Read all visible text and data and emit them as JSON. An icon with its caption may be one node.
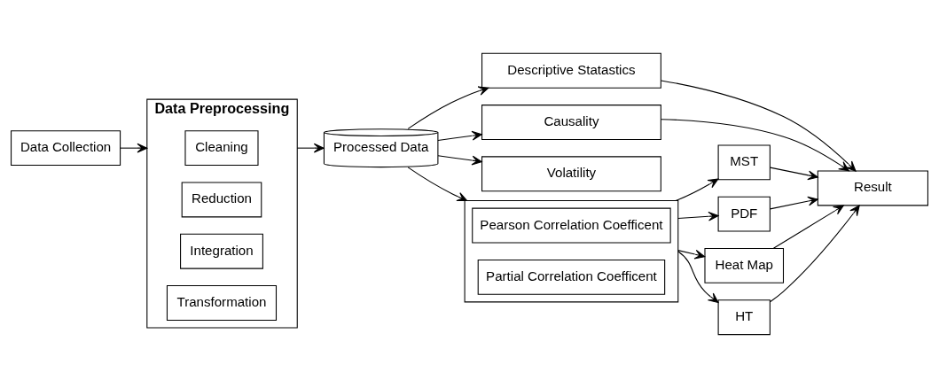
{
  "diagram": {
    "nodes": [
      {
        "text": [
          "Data Collection"
        ]
      },
      {
        "text": [
          "Data Preprocessing"
        ]
      },
      {
        "text": [
          "Cleaning"
        ],
        "in": 1
      },
      {
        "text": [
          "Reduction"
        ],
        "in": 1
      },
      {
        "text": [
          "Integration"
        ],
        "in": 1
      },
      {
        "text": [
          "Transformation"
        ],
        "in": 1
      },
      {
        "text": [
          "Processed Data"
        ]
      },
      {
        "text": [
          "Descriptive Statastics"
        ]
      },
      {
        "text": [
          "Causality"
        ]
      },
      {
        "text": [
          "Volatility"
        ]
      },
      {
        "text": [],
        "shape": "box"
      },
      {
        "text": [
          "Pearson Correlation Coefficent"
        ],
        "in": 10
      },
      {
        "text": [
          "Partial Correlation Coefficent"
        ],
        "in": 10
      },
      {
        "text": [
          "MST"
        ]
      },
      {
        "text": [
          "PDF"
        ]
      },
      {
        "text": [
          "Heat Map"
        ]
      },
      {
        "text": [
          "HT"
        ]
      },
      {
        "text": [
          "Result"
        ]
      }
    ],
    "edges": [
      {
        "from": 0,
        "to": 1,
        "arrow": "to"
      },
      {
        "from": 1,
        "to": 6,
        "arrow": "to"
      },
      {
        "from": 6,
        "to": 7,
        "arrow": "to"
      },
      {
        "from": 6,
        "to": 8,
        "arrow": "to"
      },
      {
        "from": 6,
        "to": 9,
        "arrow": "to"
      },
      {
        "from": 6,
        "to": 10,
        "arrow": "to"
      },
      {
        "from": 10,
        "to": 13,
        "arrow": "to"
      },
      {
        "from": 10,
        "to": 14,
        "arrow": "to"
      },
      {
        "from": 10,
        "to": 15,
        "arrow": "to"
      },
      {
        "from": 10,
        "to": 16,
        "arrow": "to"
      },
      {
        "from": 7,
        "to": 17,
        "arrow": "to"
      },
      {
        "from": 8,
        "to": 17,
        "arrow": "to"
      },
      {
        "from": 13,
        "to": 17,
        "arrow": "to"
      },
      {
        "from": 14,
        "to": 17,
        "arrow": "to"
      },
      {
        "from": 15,
        "to": 17,
        "arrow": "to"
      },
      {
        "from": 16,
        "to": 17,
        "arrow": "to"
      }
    ]
  }
}
